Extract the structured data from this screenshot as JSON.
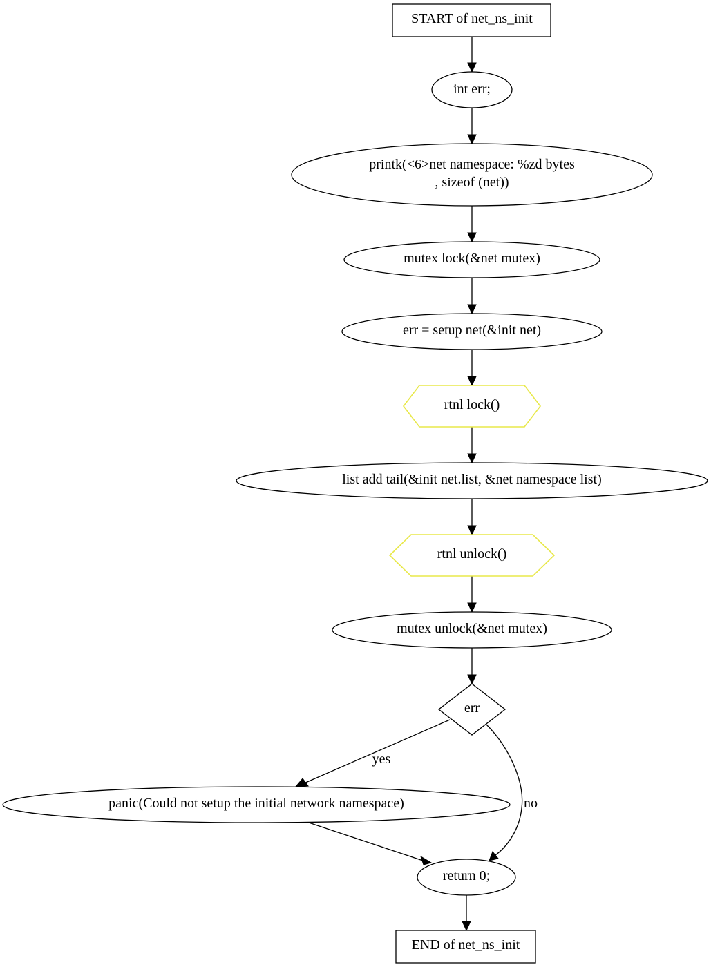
{
  "nodes": {
    "start": "START of net_ns_init",
    "decl": "int err;",
    "printk_line1": "printk(<6>net  namespace: %zd bytes",
    "printk_line2": ", sizeof (net))",
    "mutex_lock": "mutex  lock(&net  mutex)",
    "setup": "err = setup  net(&init  net)",
    "rtnl_lock": "rtnl  lock()",
    "list_add": "list  add  tail(&init  net.list, &net  namespace  list)",
    "rtnl_unlock": "rtnl  unlock()",
    "mutex_unlock": "mutex  unlock(&net  mutex)",
    "cond": "err",
    "panic": "panic(Could not setup the initial network namespace)",
    "ret": "return 0;",
    "end": "END of net_ns_init"
  },
  "edges": {
    "yes": "yes",
    "no": "no"
  },
  "colors": {
    "lock_fill": "#add8e6",
    "lock_stroke": "#e8e84a"
  }
}
